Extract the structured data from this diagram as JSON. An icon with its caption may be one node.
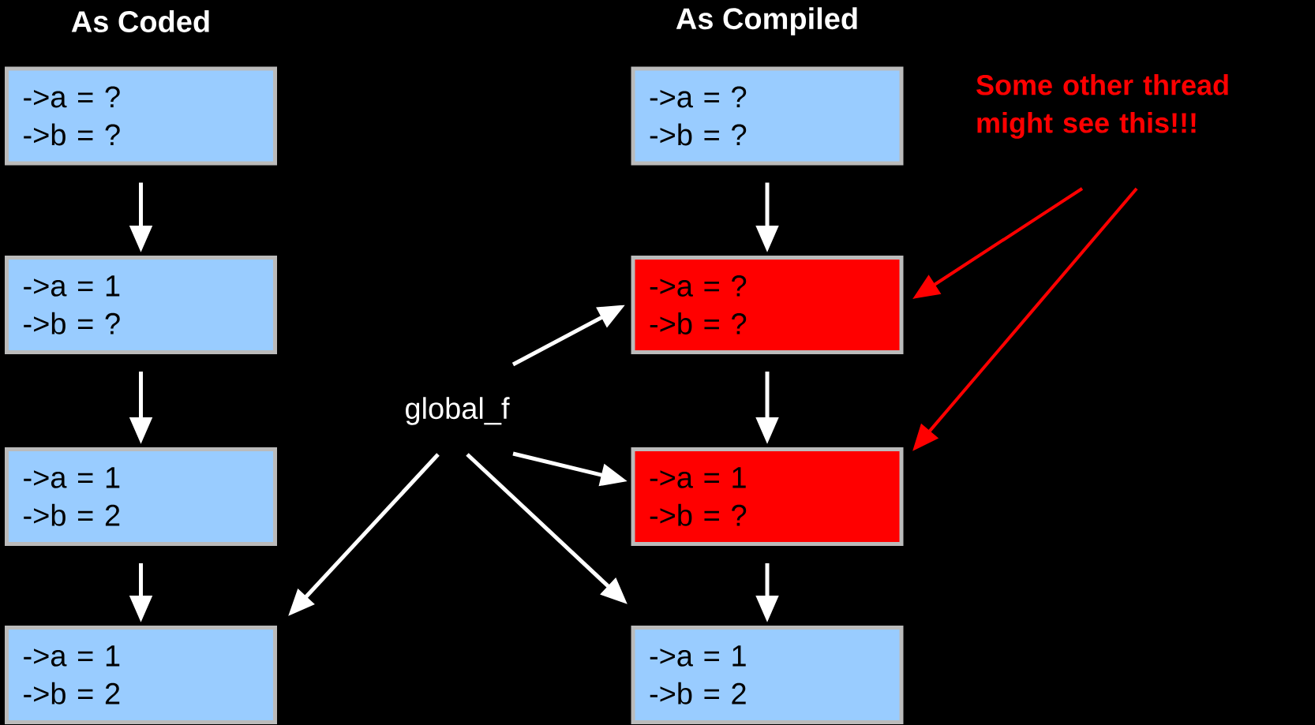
{
  "diagram": {
    "nodes": [
      {
        "text": [
          "->a = ?",
          "->b = ?"
        ]
      },
      {
        "text": [
          "->a = 1",
          "->b = ?"
        ]
      },
      {
        "text": [
          "->a = 1",
          "->b = 2"
        ]
      },
      {
        "text": [
          "->a = 1",
          "->b = 2"
        ]
      },
      {
        "text": [
          "->a = ?",
          "->b = ?"
        ]
      },
      {
        "text": [
          "->a = ?",
          "->b = ?"
        ]
      },
      {
        "text": [
          "->a = 1",
          "->b = ?"
        ]
      },
      {
        "text": [
          "->a = 1",
          "->b = 2"
        ]
      },
      {
        "text": [
          "global_f"
        ]
      },
      {
        "text": [
          "Some other thread might see this!!!"
        ]
      }
    ],
    "edges": [
      {
        "from": 0,
        "to": 1,
        "arrow": "to"
      },
      {
        "from": 1,
        "to": 2,
        "arrow": "to"
      },
      {
        "from": 2,
        "to": 3,
        "arrow": "to"
      },
      {
        "from": 4,
        "to": 5,
        "arrow": "to"
      },
      {
        "from": 5,
        "to": 6,
        "arrow": "to"
      },
      {
        "from": 6,
        "to": 7,
        "arrow": "to"
      },
      {
        "from": 8,
        "to": 5,
        "arrow": "to"
      },
      {
        "from": 8,
        "to": 6,
        "arrow": "to"
      },
      {
        "from": 8,
        "to": 7,
        "arrow": "to"
      },
      {
        "from": 8,
        "to": 3,
        "arrow": "to"
      },
      {
        "from": 9,
        "to": 5,
        "arrow": "to",
        "color": "#ff0000"
      },
      {
        "from": 9,
        "to": 6,
        "arrow": "to",
        "color": "#ff0000"
      }
    ],
    "labels": [
      "As Coded",
      "As Compiled"
    ]
  }
}
